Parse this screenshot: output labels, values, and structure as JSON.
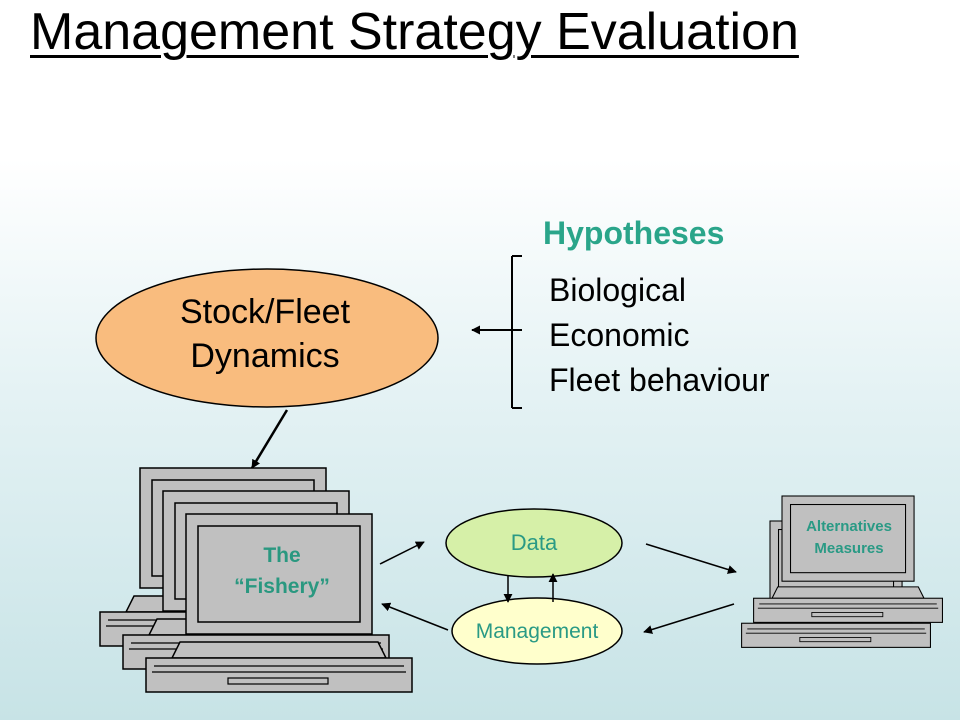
{
  "title": "Management Strategy Evaluation",
  "hypotheses": {
    "heading": "Hypotheses",
    "items": [
      "Biological",
      "Economic",
      "Fleet behaviour"
    ]
  },
  "nodes": {
    "stock_fleet": {
      "line1": "Stock/Fleet",
      "line2": "Dynamics"
    },
    "fishery": {
      "line1": "The",
      "line2": "“Fishery”"
    },
    "data": "Data",
    "management": "Management",
    "alternatives": {
      "line1": "Alternatives",
      "line2": "Measures"
    }
  },
  "colors": {
    "stock_fill": "#f9bc7e",
    "data_fill": "#d6f0a8",
    "management_fill": "#ffffcc",
    "heading_teal": "#2aa58a",
    "label_teal": "#2a9a85",
    "computer_gray": "#c0c0c0"
  }
}
